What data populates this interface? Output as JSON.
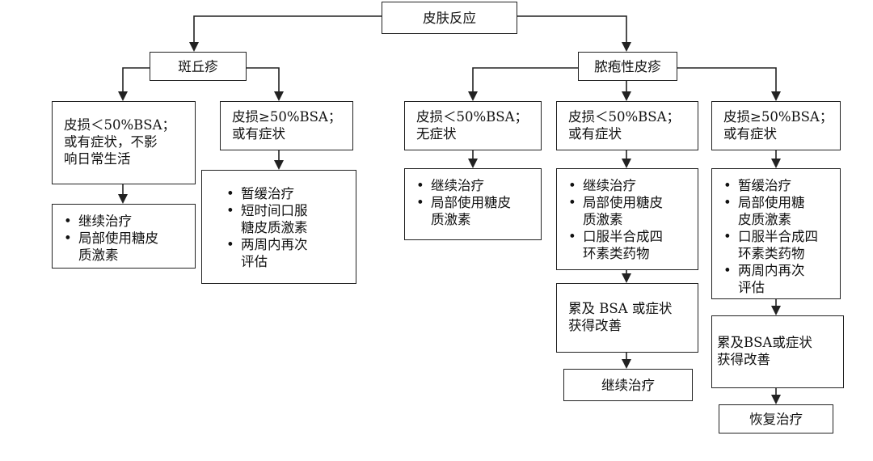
{
  "root": {
    "label": "皮肤反应"
  },
  "maculopapular": {
    "label": "斑丘疹",
    "mild": {
      "lines": [
        "皮损＜50%BSA；",
        "或有症状，不影",
        "响日常生活"
      ]
    },
    "mild_treatment": {
      "items": [
        [
          "继续治疗"
        ],
        [
          "局部使用糖皮",
          "质激素"
        ]
      ]
    },
    "severe": {
      "lines": [
        "皮损≥50%BSA；",
        "或有症状"
      ]
    },
    "severe_treatment": {
      "items": [
        [
          "暂缓治疗"
        ],
        [
          "短时间口服",
          "糖皮质激素"
        ],
        [
          "两周内再次",
          "评估"
        ]
      ]
    }
  },
  "pustular": {
    "label": "脓疱性皮疹",
    "mild": {
      "lines": [
        "皮损＜50%BSA；",
        "无症状"
      ]
    },
    "mild_treatment": {
      "items": [
        [
          "继续治疗"
        ],
        [
          "局部使用糖皮",
          "质激素"
        ]
      ]
    },
    "moderate": {
      "lines": [
        "皮损＜50%BSA；",
        "或有症状"
      ]
    },
    "moderate_treatment": {
      "items": [
        [
          "继续治疗"
        ],
        [
          "局部使用糖皮",
          "质激素"
        ],
        [
          "口服半合成四",
          "环素类药物"
        ]
      ]
    },
    "moderate_improve": {
      "lines": [
        "累及 BSA 或症状",
        "获得改善"
      ]
    },
    "moderate_result": {
      "label": "继续治疗"
    },
    "severe": {
      "lines": [
        "皮损≥50%BSA；",
        "或有症状"
      ]
    },
    "severe_treatment": {
      "items": [
        [
          "暂缓治疗"
        ],
        [
          "局部使用糖",
          "皮质激素"
        ],
        [
          "口服半合成四",
          "环素类药物"
        ],
        [
          "两周内再次",
          "评估"
        ]
      ]
    },
    "severe_improve": {
      "lines": [
        "累及BSA或症状",
        "获得改善"
      ]
    },
    "severe_result": {
      "label": "恢复治疗"
    }
  }
}
